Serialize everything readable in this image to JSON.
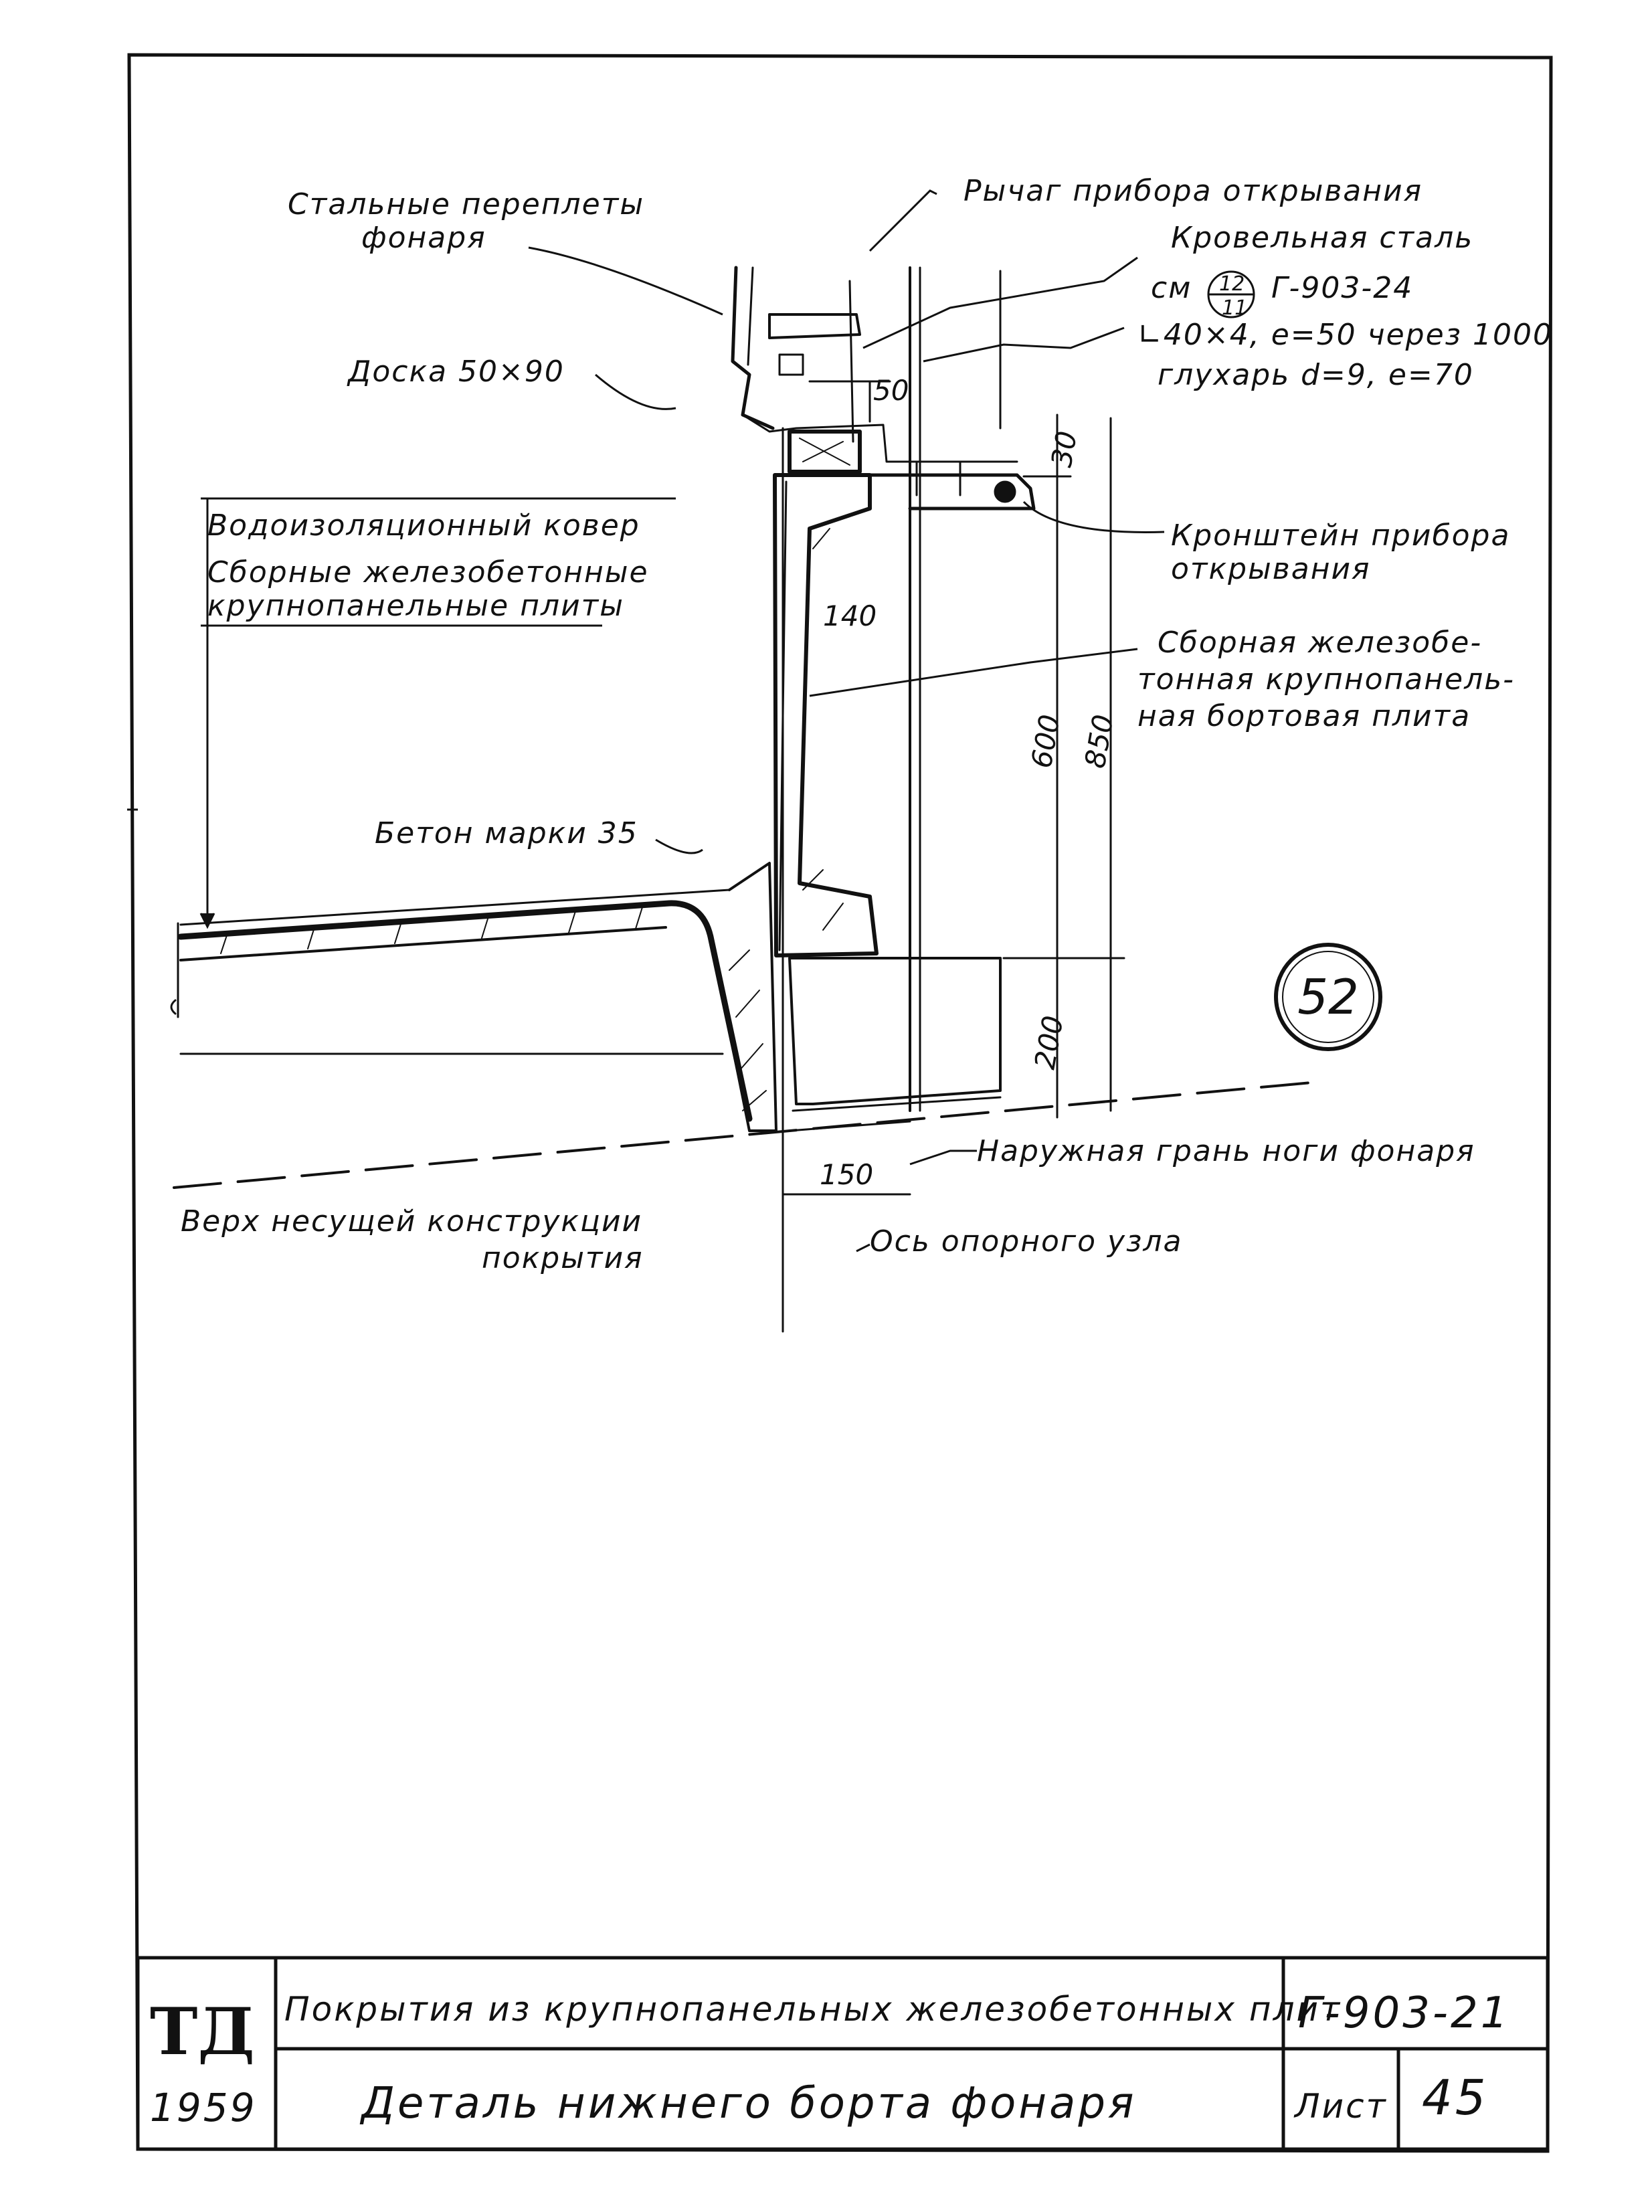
{
  "drawing": {
    "labels": {
      "steel_frames_l1": "Стальные переплеты",
      "steel_frames_l2": "фонаря",
      "lever": "Рычаг прибора открывания",
      "roof_steel_l1": "Кровельная сталь",
      "roof_steel_ref": "Г-903-24",
      "board": "Доска 50×90",
      "angle_l1": "∟40×4, е=50 через 1000",
      "angle_l2": "глухарь d=9, е=70",
      "waterproof": "Водоизоляционный ковер",
      "slabs_l1": "Сборные железобетонные",
      "slabs_l2": "крупнопанельные плиты",
      "bracket_l1": "Кронштейн прибора",
      "bracket_l2": "открывания",
      "side_slab_l1": "Сборная железобе-",
      "side_slab_l2": "тонная крупнопанель-",
      "side_slab_l3": "ная бортовая плита",
      "concrete": "Бетон марки 35",
      "outer_face": "Наружная грань ноги фонаря",
      "top_structure_l1": "Верх несущей конструкции",
      "top_structure_l2": "покрытия",
      "axis": "Ось опорного узла"
    },
    "ref_circle": {
      "top": "12",
      "bottom": "11",
      "prefix": "см"
    },
    "detail_number": "52",
    "dims": {
      "d50": "50",
      "d30": "30",
      "d140": "140",
      "d600": "600",
      "d850": "850",
      "d200": "200",
      "d150": "150"
    }
  },
  "title_block": {
    "org": "ТД",
    "year": "1959",
    "project_title": "Покрытия из крупнопанельных железобетонных плит",
    "project_code": "Г-903-21",
    "sheet_title": "Деталь нижнего борта фонаря",
    "sheet_label": "Лист",
    "sheet_number": "45"
  }
}
